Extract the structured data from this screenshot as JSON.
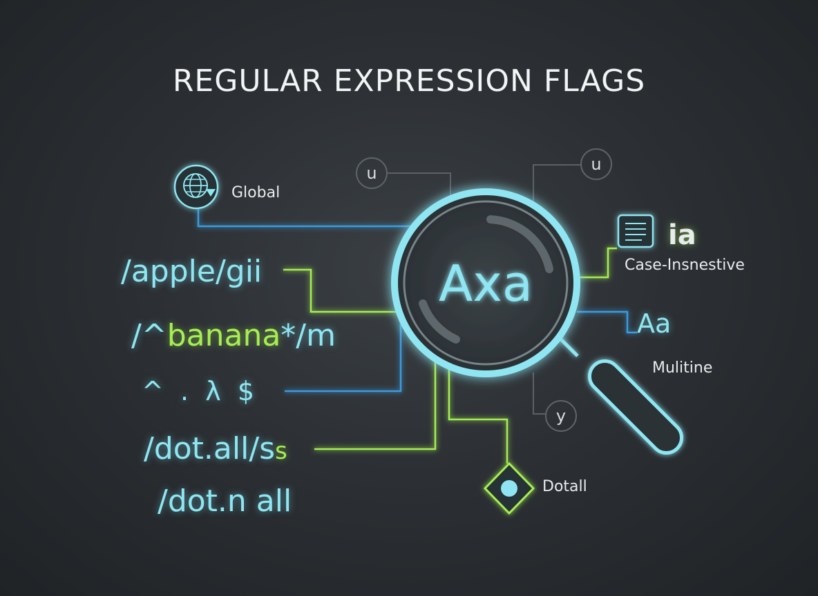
{
  "title": "REGULAR EXPRESSION FLAGS",
  "magnifier_text": "Axa",
  "code_lines": {
    "line1": "/apple/gii",
    "line2_prefix": "/^",
    "line2_green": "banana",
    "line2_suffix": "*/m",
    "line3": "^  .  λ  $",
    "line4_main": "/dot.all/s",
    "line4_green": "s",
    "line5": "/dot.n all"
  },
  "labels": {
    "global": "Global",
    "case_flag": "ia",
    "case_insensitive": "Case-Insnestive",
    "multiline_flag": "Aa",
    "multiline": "Mulitine",
    "dotall": "Dotall"
  },
  "circle_badges": {
    "left_u": "u",
    "right_u": "u",
    "y": "y"
  },
  "icons": [
    "globe-icon",
    "document-icon",
    "dot-diamond-icon",
    "magnifier-icon"
  ],
  "colors": {
    "cyan": "#8fe6f2",
    "green": "#a6ef52",
    "blue": "#3b9be0",
    "grey": "#5a6064"
  }
}
